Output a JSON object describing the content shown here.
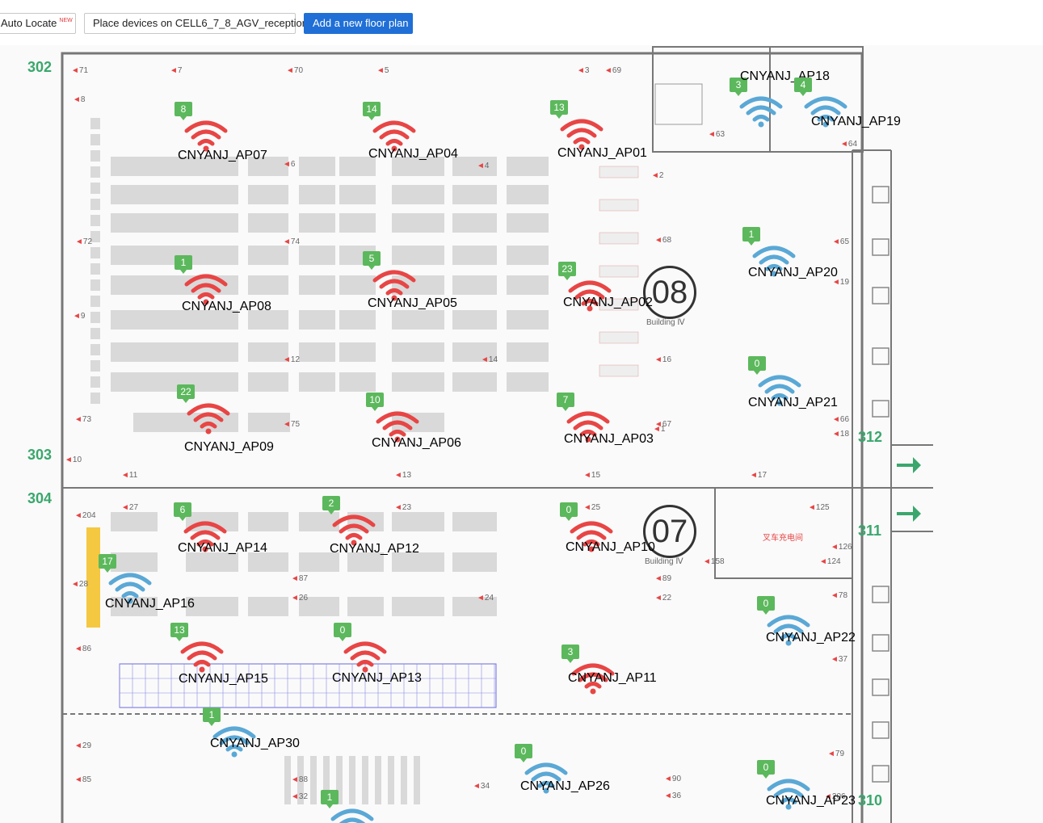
{
  "toolbar": {
    "auto_locate_label": "Auto Locate",
    "auto_locate_tag": "NEW",
    "place_devices_label": "Place devices on CELL6_7_8_AGV_reception",
    "add_floor_plan_label": "Add a new floor plan"
  },
  "colors": {
    "primary": "#1f6fd6",
    "badge": "#5cb85c",
    "ap_active": "#e84545",
    "ap_inactive": "#5aa8d6",
    "exit": "#3aa76d",
    "wall": "#777777",
    "rack": "#d9d9d9"
  },
  "floor_plan": {
    "buildings": [
      {
        "number": "08",
        "subtitle": "Building Ⅳ"
      },
      {
        "number": "07",
        "subtitle": "Building Ⅳ"
      }
    ],
    "exits": [
      "302",
      "303",
      "304",
      "312",
      "311",
      "310"
    ],
    "room_label": "叉车充电间",
    "access_points": [
      {
        "name": "CNYANJ_AP07",
        "clients": "8",
        "status": "active"
      },
      {
        "name": "CNYANJ_AP04",
        "clients": "14",
        "status": "active"
      },
      {
        "name": "CNYANJ_AP01",
        "clients": "13",
        "status": "active"
      },
      {
        "name": "CNYANJ_AP18",
        "clients": "3",
        "status": "inactive"
      },
      {
        "name": "CNYANJ_AP19",
        "clients": "4",
        "status": "inactive"
      },
      {
        "name": "CNYANJ_AP08",
        "clients": "1",
        "status": "active"
      },
      {
        "name": "CNYANJ_AP05",
        "clients": "5",
        "status": "active"
      },
      {
        "name": "CNYANJ_AP02",
        "clients": "23",
        "status": "active"
      },
      {
        "name": "CNYANJ_AP20",
        "clients": "1",
        "status": "inactive"
      },
      {
        "name": "CNYANJ_AP09",
        "clients": "22",
        "status": "active"
      },
      {
        "name": "CNYANJ_AP06",
        "clients": "10",
        "status": "active"
      },
      {
        "name": "CNYANJ_AP03",
        "clients": "7",
        "status": "active"
      },
      {
        "name": "CNYANJ_AP21",
        "clients": "0",
        "status": "inactive"
      },
      {
        "name": "CNYANJ_AP14",
        "clients": "6",
        "status": "active"
      },
      {
        "name": "CNYANJ_AP12",
        "clients": "2",
        "status": "active"
      },
      {
        "name": "CNYANJ_AP10",
        "clients": "0",
        "status": "active"
      },
      {
        "name": "CNYANJ_AP16",
        "clients": "17",
        "status": "inactive"
      },
      {
        "name": "CNYANJ_AP22",
        "clients": "0",
        "status": "inactive"
      },
      {
        "name": "CNYANJ_AP15",
        "clients": "13",
        "status": "active"
      },
      {
        "name": "CNYANJ_AP13",
        "clients": "0",
        "status": "active"
      },
      {
        "name": "CNYANJ_AP11",
        "clients": "3",
        "status": "active"
      },
      {
        "name": "CNYANJ_AP30",
        "clients": "1",
        "status": "inactive"
      },
      {
        "name": "CNYANJ_AP26",
        "clients": "0",
        "status": "inactive"
      },
      {
        "name": "CNYANJ_AP23",
        "clients": "0",
        "status": "inactive"
      },
      {
        "name": "",
        "clients": "1",
        "status": "inactive"
      }
    ],
    "markers": [
      "71",
      "7",
      "70",
      "5",
      "3",
      "69",
      "8",
      "6",
      "4",
      "72",
      "74",
      "68",
      "65",
      "19",
      "9",
      "12",
      "14",
      "16",
      "73",
      "75",
      "67",
      "66",
      "18",
      "10",
      "11",
      "27",
      "13",
      "23",
      "15",
      "25",
      "17",
      "125",
      "204",
      "87",
      "89",
      "126",
      "124",
      "158",
      "28",
      "26",
      "24",
      "22",
      "78",
      "86",
      "37",
      "29",
      "85",
      "88",
      "32",
      "34",
      "90",
      "36",
      "79",
      "206",
      "63",
      "64",
      "2",
      "1"
    ]
  }
}
